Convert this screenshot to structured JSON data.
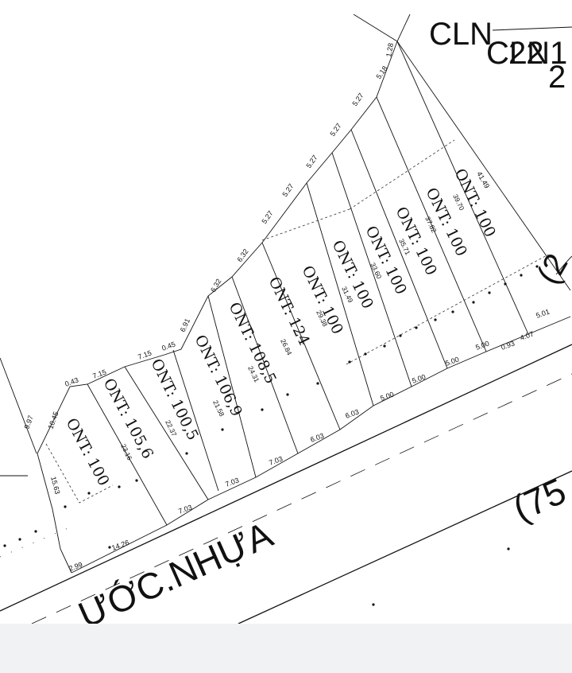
{
  "road": {
    "name": "ƯỚC.NHỰA",
    "code": "(75"
  },
  "corner_codes": [
    "CLN",
    "CLN1",
    "22",
    "2"
  ],
  "right_partial_label": "(2",
  "lots": [
    {
      "label": "ONT: 100",
      "depth": ""
    },
    {
      "label": "ONT: 105,6",
      "depth": "23.16"
    },
    {
      "label": "ONT: 100,5",
      "depth": "22.37"
    },
    {
      "label": "ONT: 106,9",
      "depth": "21.58"
    },
    {
      "label": "ONT: 108,5",
      "depth": "24.31"
    },
    {
      "label": "ONT: 124",
      "depth": "26.84"
    },
    {
      "label": "ONT: 100",
      "depth": "29.38"
    },
    {
      "label": "ONT: 100",
      "depth": "31.49"
    },
    {
      "label": "ONT: 100",
      "depth": "33.60"
    },
    {
      "label": "ONT: 100",
      "depth": "35.71"
    },
    {
      "label": "ONT: 100",
      "depth": "37.82"
    },
    {
      "label": "ONT: 100",
      "depth": "39.70"
    }
  ],
  "top_edges": [
    "0.43",
    "7.15",
    "7.15",
    "0.45",
    "6.91",
    "6.32",
    "6.32",
    "5.27",
    "5.27",
    "5.27",
    "5.27",
    "5.27",
    "5.18",
    "1.28"
  ],
  "bottom_edges": [
    "14.26",
    "7.03",
    "7.03",
    "7.03",
    "6.03",
    "6.03",
    "5.00",
    "5.00",
    "5.00",
    "5.00",
    "0.93",
    "4.07",
    "5.01"
  ],
  "side_edges": [
    "10.45",
    "9.97",
    "15.63",
    "2.99",
    "41.49"
  ]
}
